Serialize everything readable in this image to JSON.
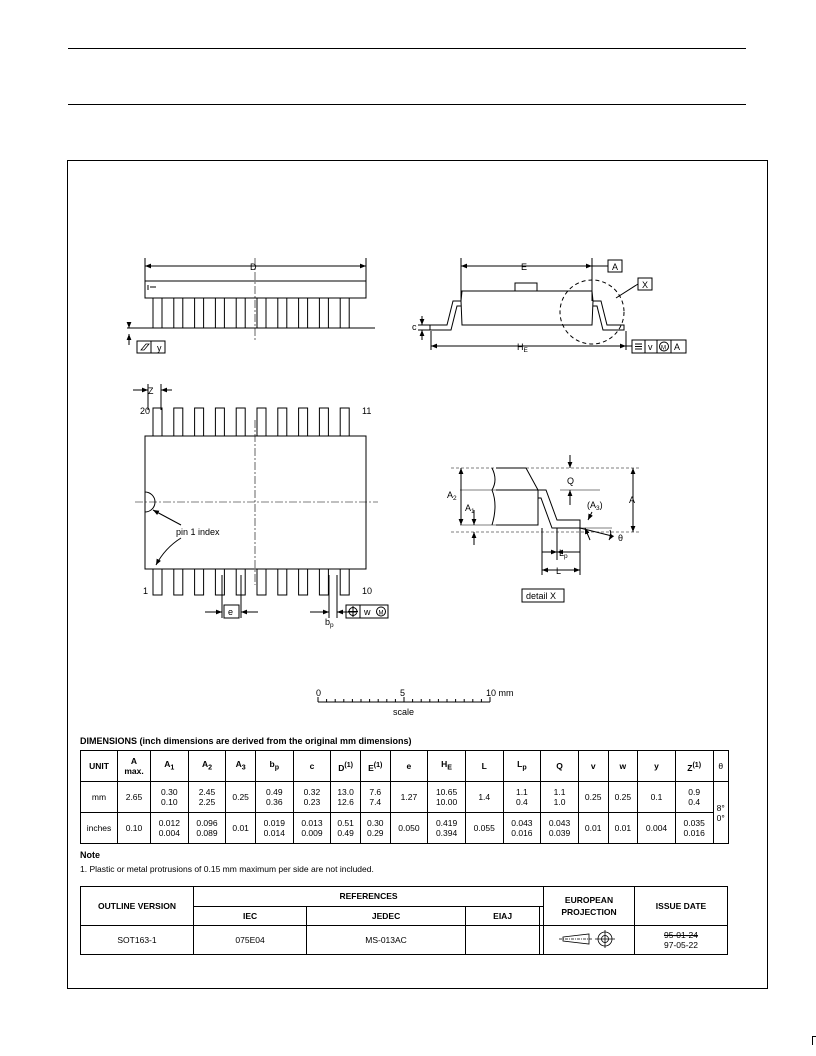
{
  "drawing": {
    "label_D": "D",
    "label_E": "E",
    "label_A": "A",
    "label_X": "X",
    "label_c": "c",
    "label_HE": "H",
    "label_HE_sub": "E",
    "label_y": "y",
    "label_v": "v",
    "label_M": "M",
    "label_Z": "Z",
    "label_20": "20",
    "label_11": "11",
    "label_1": "1",
    "label_10": "10",
    "pin1": "pin 1 index",
    "label_e": "e",
    "label_bp": "b",
    "label_bp_sub": "p",
    "label_w": "w",
    "label_Q": "Q",
    "label_A2": "A",
    "label_A2_sub": "2",
    "label_A1": "A",
    "label_A1_sub": "1",
    "label_A3": "(A",
    "label_A3_sub": "3",
    "label_A3_close": ")",
    "label_Lp": "L",
    "label_Lp_sub": "p",
    "label_L": "L",
    "label_theta": "θ",
    "detail": "detail X",
    "scale": {
      "t0": "0",
      "t5": "5",
      "t10": "10 mm",
      "caption": "scale"
    }
  },
  "dimensions": {
    "title": "DIMENSIONS (inch dimensions are derived from the original mm dimensions)",
    "headers": [
      "UNIT",
      "A max.",
      "A1",
      "A2",
      "A3",
      "bp",
      "c",
      "D(1)",
      "E(1)",
      "e",
      "HE",
      "L",
      "Lp",
      "Q",
      "v",
      "w",
      "y",
      "Z(1)",
      "θ"
    ],
    "rows": [
      {
        "unit": "mm",
        "cells": [
          "2.65",
          "0.30|0.10",
          "2.45|2.25",
          "0.25",
          "0.49|0.36",
          "0.32|0.23",
          "13.0|12.6",
          "7.6|7.4",
          "1.27",
          "10.65|10.00",
          "1.4",
          "1.1|0.4",
          "1.1|1.0",
          "0.25",
          "0.25",
          "0.1",
          "0.9|0.4"
        ]
      },
      {
        "unit": "inches",
        "cells": [
          "0.10",
          "0.012|0.004",
          "0.096|0.089",
          "0.01",
          "0.019|0.014",
          "0.013|0.009",
          "0.51|0.49",
          "0.30|0.29",
          "0.050",
          "0.419|0.394",
          "0.055",
          "0.043|0.016",
          "0.043|0.039",
          "0.01",
          "0.01",
          "0.004",
          "0.035|0.016"
        ]
      }
    ],
    "theta": [
      "8°",
      "0°"
    ]
  },
  "note": {
    "title": "Note",
    "text": "1. Plastic or metal protrusions of 0.15 mm maximum per side are not included."
  },
  "references": {
    "outline_header": "OUTLINE VERSION",
    "references_header": "REFERENCES",
    "iec_header": "IEC",
    "jedec_header": "JEDEC",
    "eiaj_header": "EIAJ",
    "projection_header": "EUROPEAN PROJECTION",
    "issue_header": "ISSUE DATE",
    "outline": "SOT163-1",
    "iec": "075E04",
    "jedec": "MS-013AC",
    "eiaj": "",
    "issue_old": "95-01-24",
    "issue_new": "97-05-22"
  }
}
